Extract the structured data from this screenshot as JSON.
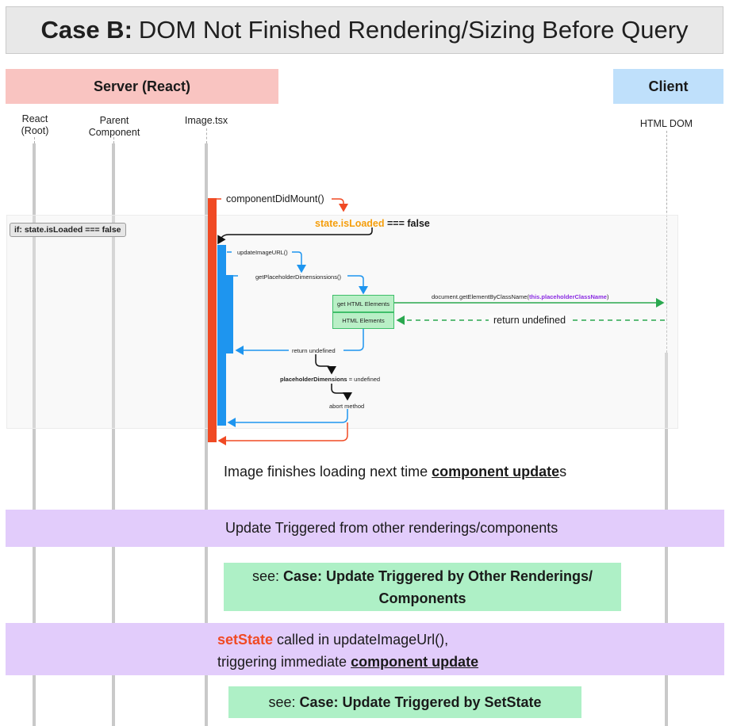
{
  "title": {
    "bold": "Case B:",
    "rest": "DOM Not Finished Rendering/Sizing Before Query"
  },
  "headers": {
    "server": "Server (React)",
    "client": "Client"
  },
  "lanes": {
    "react": [
      "React",
      "(Root)"
    ],
    "parent": [
      "Parent",
      "Component"
    ],
    "image": "Image.tsx",
    "htmldom": "HTML DOM"
  },
  "messages": {
    "componentDidMount": "componentDidMount()",
    "state_key": "state.isLoaded",
    "state_rest": " === false",
    "loop_condition": "if: state.isLoaded === false",
    "updateImageURL": "updateImageURL()",
    "getPlaceholder": "getPlaceholderDimensionsions()",
    "getHtml": "get HTML Elements",
    "htmlElements": "HTML Elements",
    "getElementPrefix": "document.getElementByClassName(",
    "getElementArg": "this.placeholderClassName",
    "getElementSuffix": ")",
    "returnUndefinedBig": "return undefined",
    "returnUndefinedSmall": "return undefined",
    "placeholderKey": "placeholderDimensions",
    "placeholderRest": " = undefined",
    "abort": "abort method"
  },
  "notes": {
    "loading_prefix": "Image finishes loading next time ",
    "loading_bold": "component update",
    "loading_suffix": "s",
    "band1": "Update Triggered from other renderings/components",
    "see1_prefix": "see: ",
    "see1_bold_a": "Case: Update Triggered by Other Renderings/",
    "see1_bold_b": "Components",
    "band2_red": "setState",
    "band2_line1": " called in updateImageUrl(),",
    "band2_line2_prefix": "triggering immediate ",
    "band2_line2_bold": "component update",
    "see2_prefix": "see: ",
    "see2_bold": "Case: Update Triggered by SetState"
  },
  "colors": {
    "red": "#f04a24",
    "blue": "#1e95ef",
    "green": "#2aa84f",
    "orange": "#f59e0b",
    "purple": "#8a2be2"
  }
}
